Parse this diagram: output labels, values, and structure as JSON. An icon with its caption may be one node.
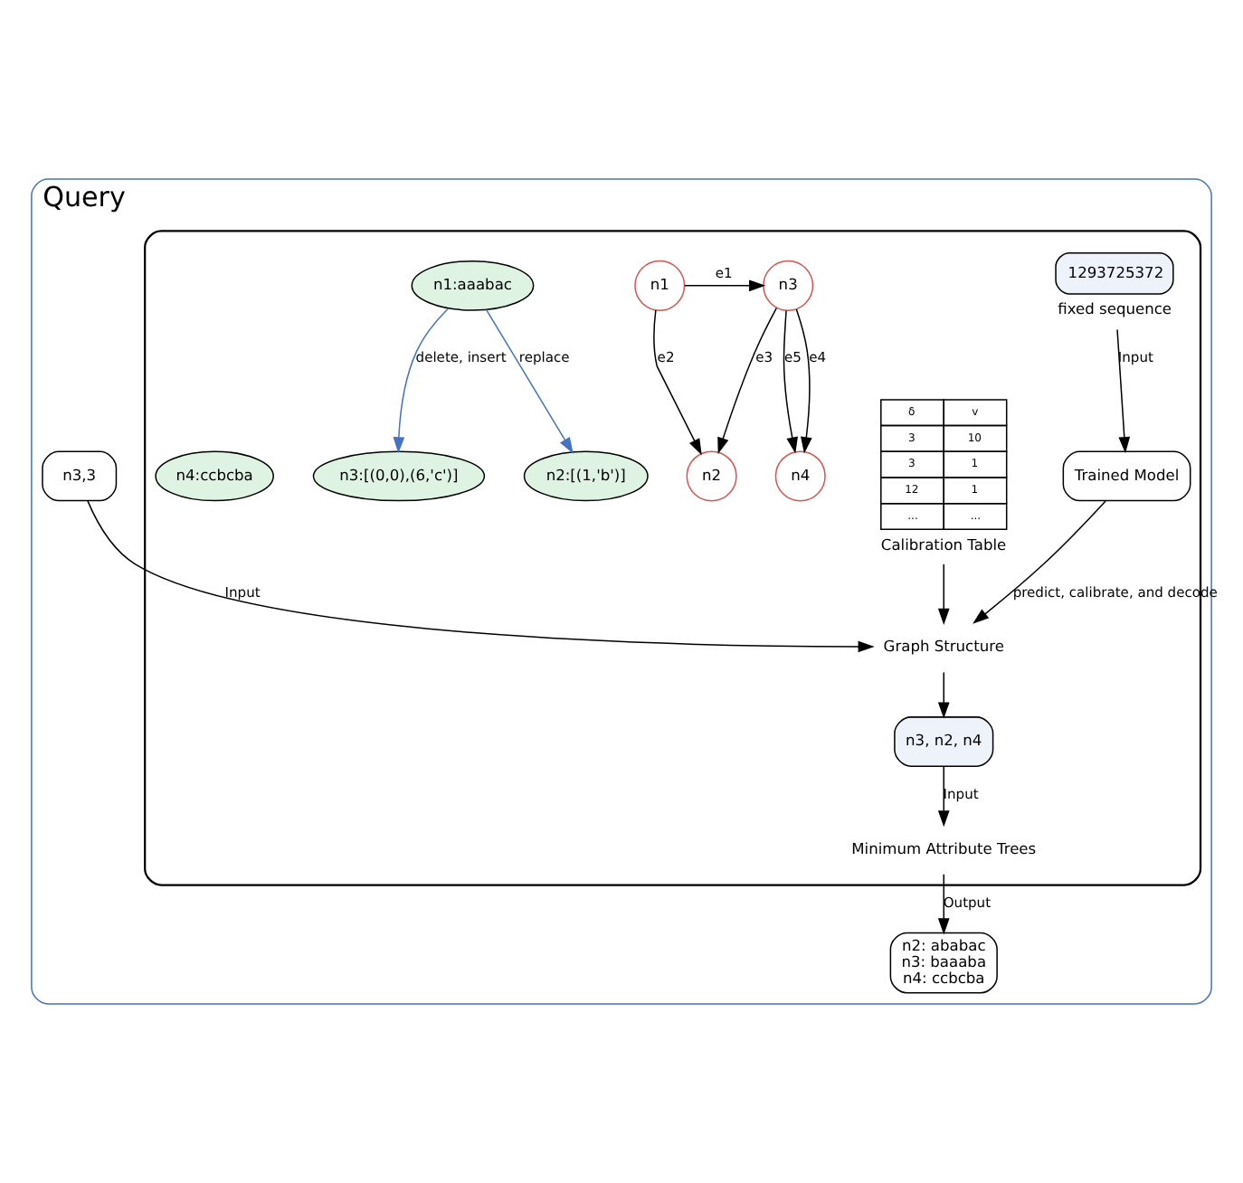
{
  "diagram": {
    "nodes": [
      {
        "text": [
          "Query"
        ]
      },
      {
        "text": [
          "n3,3"
        ],
        "in": 0
      },
      {
        "text": [],
        "shape": "box",
        "in": 0
      },
      {
        "text": [
          "1293725372"
        ],
        "beside": [
          "fixed sequence"
        ],
        "in": 2
      },
      {
        "text": [
          "Trained Model"
        ],
        "in": 2
      },
      {
        "text": [
          "δ",
          "v",
          "3",
          "10",
          "3",
          "1",
          "12",
          "1",
          "...",
          "..."
        ],
        "beside": [
          "Calibration Table"
        ],
        "in": 2
      },
      {
        "text": [
          "Graph Structure"
        ],
        "in": 2
      },
      {
        "text": [
          "n3"
        ],
        "in": 2
      },
      {
        "text": [
          "n1"
        ],
        "in": 2
      },
      {
        "text": [
          "n4"
        ],
        "in": 2
      },
      {
        "text": [
          "n2"
        ],
        "in": 2
      },
      {
        "text": [
          "Minimum Attribute Trees"
        ],
        "in": 2
      },
      {
        "text": [
          "n1:aaabac"
        ],
        "in": 2
      },
      {
        "text": [
          "n2:[(1,'b')]"
        ],
        "in": 2
      },
      {
        "text": [
          "n4:ccbcba"
        ],
        "in": 2
      },
      {
        "text": [
          "n3:[(0,0),(6,'c')]"
        ],
        "in": 2
      },
      {
        "text": [
          "n3, n2, n4"
        ],
        "in": 2
      },
      {
        "text": [
          "n2: ababac",
          "n3: baaaba",
          "n4: ccbcba"
        ],
        "in": 0
      }
    ],
    "edges": [
      {
        "from": 3,
        "to": 4,
        "label": "Input",
        "arrow": "to"
      },
      {
        "from": 4,
        "to": 6,
        "label": "predict, calibrate, and decode",
        "arrow": "to"
      },
      {
        "from": 5,
        "to": 6,
        "arrow": "to"
      },
      {
        "from": 1,
        "to": 6,
        "label": "Input",
        "arrow": "to"
      },
      {
        "from": 8,
        "to": 7,
        "label": "e1",
        "arrow": "to"
      },
      {
        "from": 8,
        "to": 10,
        "label": "e2",
        "arrow": "to"
      },
      {
        "from": 7,
        "to": 10,
        "label": "e3",
        "arrow": "to"
      },
      {
        "from": 7,
        "to": 9,
        "label": "e4",
        "arrow": "to"
      },
      {
        "from": 7,
        "to": 9,
        "label": "e5",
        "arrow": "to"
      },
      {
        "from": 6,
        "to": 16,
        "arrow": "to"
      },
      {
        "from": 12,
        "to": 13,
        "label": "replace",
        "arrow": "to",
        "color": "#4472c4"
      },
      {
        "from": 12,
        "to": 15,
        "label": "delete, insert",
        "arrow": "to",
        "color": "#4472c4"
      },
      {
        "from": 16,
        "to": 11,
        "label": "Input",
        "arrow": "to"
      },
      {
        "from": 11,
        "to": 17,
        "label": "Output",
        "arrow": "to"
      }
    ]
  }
}
